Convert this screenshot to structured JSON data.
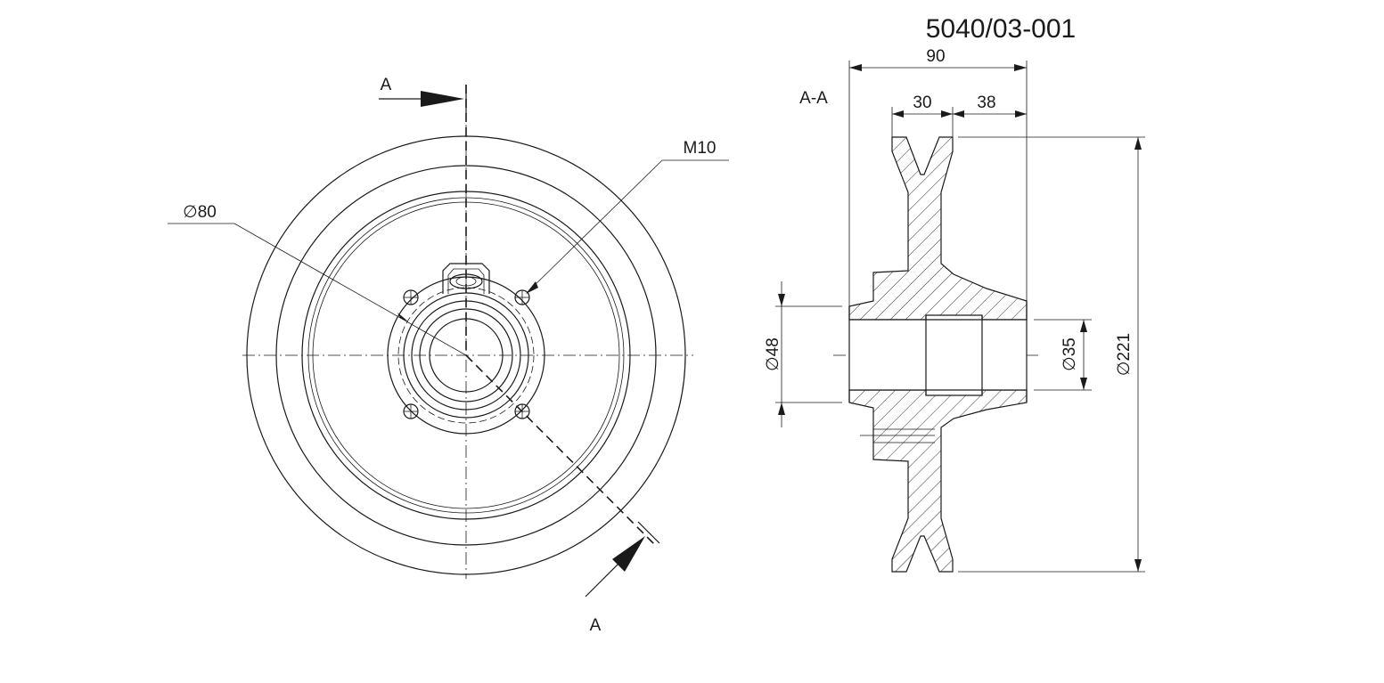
{
  "drawing_number": "5040/03-001",
  "front_view": {
    "section_marker_top": "A",
    "section_marker_bottom": "A",
    "bolt_circle_label": "∅80",
    "thread_label": "M10"
  },
  "section_view": {
    "title": "A-A",
    "dimensions": {
      "overall_width": "90",
      "groove_width": "30",
      "hub_width": "38",
      "hub_diameter": "∅48",
      "bore_diameter": "∅35",
      "outer_diameter": "∅221"
    }
  }
}
